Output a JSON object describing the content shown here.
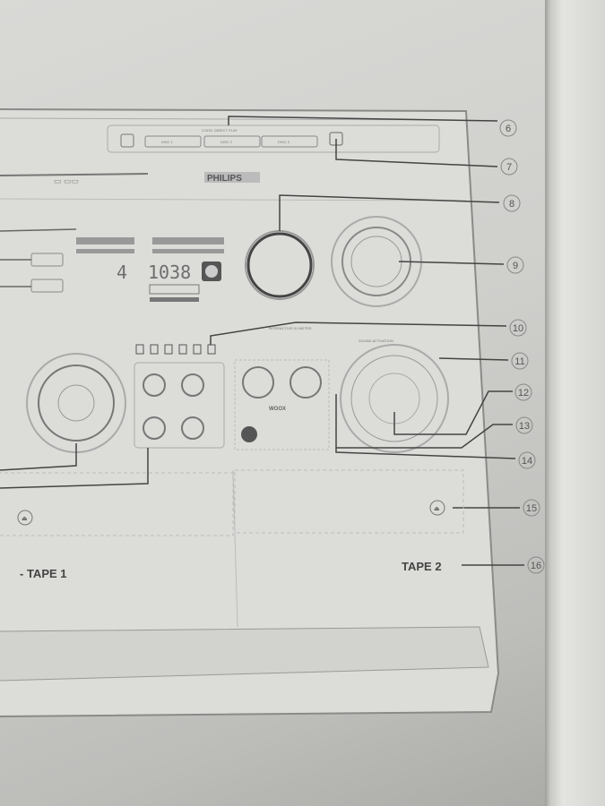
{
  "diagram": {
    "brand": "PHILIPS",
    "disc_direct_play_label": "3 DISC DIRECT PLAY",
    "disc_buttons": [
      "DISC 1",
      "DISC 2",
      "DISC 3"
    ],
    "display": {
      "disc_number": "4",
      "time": "1038"
    },
    "interactive_meter_label": "INTERACTIVE DJ METER",
    "woox_label": "WOOX",
    "sound_activation_label": "SOUND ACTIVATION",
    "tape1_label": "TAPE 1",
    "tape2_label": "TAPE 2",
    "callouts": [
      "6",
      "7",
      "8",
      "9",
      "10",
      "11",
      "12",
      "13",
      "14",
      "15",
      "16"
    ]
  }
}
